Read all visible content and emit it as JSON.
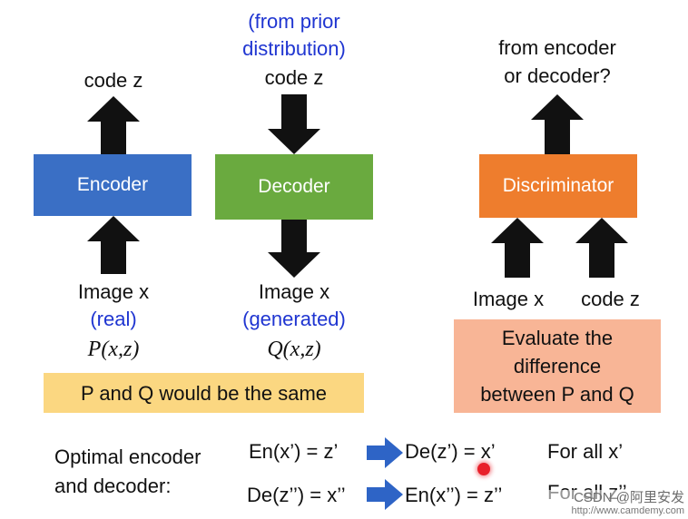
{
  "encoder": {
    "output_label": "code z",
    "box_label": "Encoder",
    "input_label": "Image x",
    "input_note": "(real)",
    "distribution": "P(x,z)",
    "box_color": "#3a6fc5"
  },
  "decoder": {
    "prior_note_line1": "(from prior",
    "prior_note_line2": "distribution)",
    "input_label": "code z",
    "box_label": "Decoder",
    "output_label": "Image x",
    "output_note": "(generated)",
    "distribution": "Q(x,z)",
    "box_color": "#6aaa3f"
  },
  "discriminator": {
    "question_line1": "from encoder",
    "question_line2": "or decoder?",
    "box_label": "Discriminator",
    "input_image_label": "Image x",
    "input_code_label": "code z",
    "box_color": "#ee7d2d"
  },
  "pq_note": {
    "text": "P and Q would be the same",
    "color": "#fbd781"
  },
  "evaluate_note": {
    "line1": "Evaluate the",
    "line2": "difference",
    "line3": "between P and Q",
    "color": "#f8b596"
  },
  "optimal": {
    "label_line1": "Optimal encoder",
    "label_line2": "and decoder:",
    "row1_left": "En(x’) = z’",
    "row1_right": "De(z’) = x’",
    "row1_scope": "For all x’",
    "row2_left": "De(z’’) = x’’",
    "row2_right": "En(x’’) = z’’",
    "row2_scope": "For all z’’",
    "arrow_color": "#2e64c6"
  },
  "watermark": {
    "line1": "CSDN @阿里安发",
    "line2": "http://www.camdemy.com"
  }
}
